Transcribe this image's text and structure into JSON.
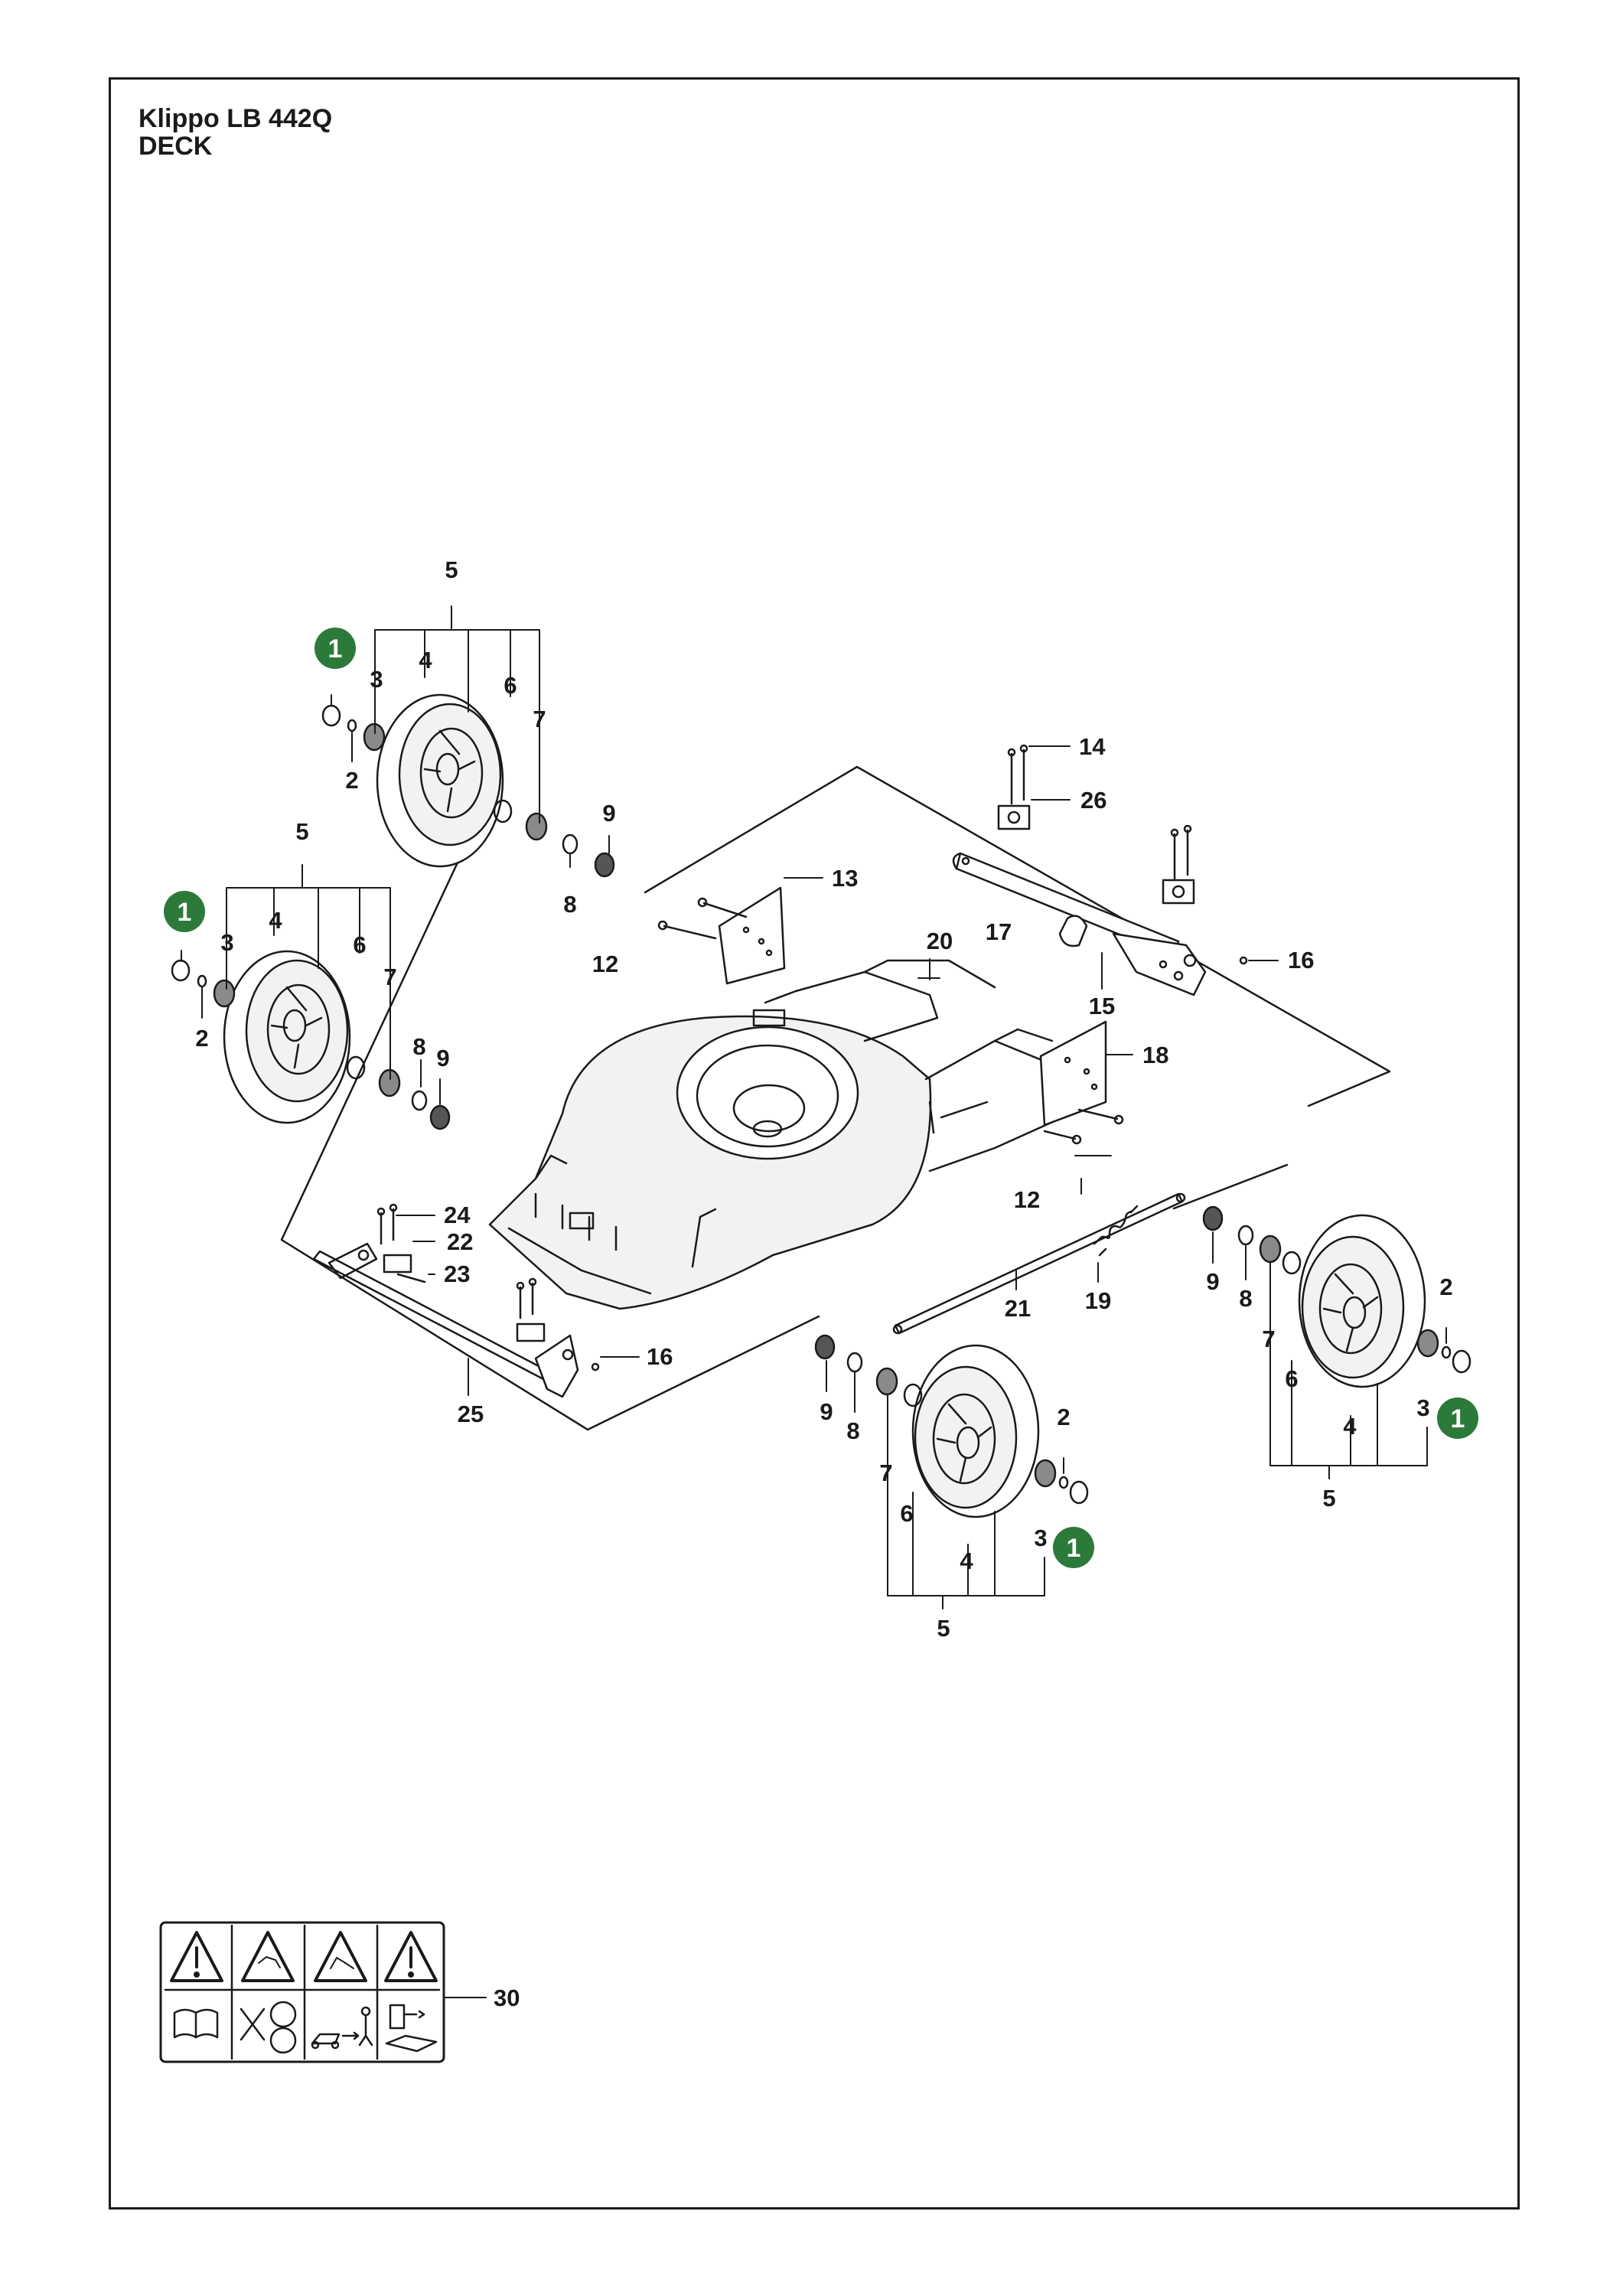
{
  "header": {
    "model": "Klippo LB 442Q",
    "section": "DECK"
  },
  "colors": {
    "line": "#1a1a1a",
    "badge": "#2c7a3a",
    "badge_text": "#ffffff",
    "part_fill": "#f2f2f2",
    "part_shade": "#8a8a8a"
  },
  "icons": [
    "warning-triangle-icon",
    "manual-book-icon",
    "hand-blade-icon",
    "keep-distance-icon",
    "disconnect-spark-plug-icon"
  ],
  "badge_label": "1",
  "callouts": {
    "c1": "5",
    "c2": "3",
    "c3": "4",
    "c4": "6",
    "c5": "7",
    "c6": "2",
    "c7": "9",
    "c8": "8",
    "c9": "14",
    "c10": "26",
    "c11": "5",
    "c12": "3",
    "c13": "4",
    "c14": "6",
    "c15": "7",
    "c16": "2",
    "c17": "8",
    "c18": "9",
    "c19": "13",
    "c20": "12",
    "c21": "20",
    "c22": "17",
    "c23": "16",
    "c24": "15",
    "c25": "18",
    "c26": "12",
    "c27": "24",
    "c28": "22",
    "c29": "23",
    "c30": "16",
    "c31": "25",
    "c32": "21",
    "c33": "19",
    "c34": "9",
    "c35": "8",
    "c36": "7",
    "c37": "2",
    "c38": "6",
    "c39": "4",
    "c40": "3",
    "c41": "5",
    "c42": "9",
    "c43": "8",
    "c44": "7",
    "c45": "2",
    "c46": "6",
    "c47": "4",
    "c48": "3",
    "c49": "5",
    "c50": "30"
  }
}
